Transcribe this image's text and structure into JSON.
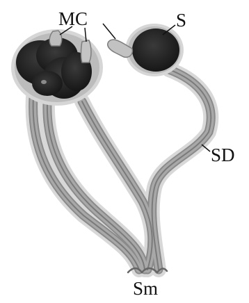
{
  "figure": {
    "labels": {
      "mc": "MC",
      "s": "S",
      "sd": "SD",
      "sm": "Sm"
    }
  }
}
